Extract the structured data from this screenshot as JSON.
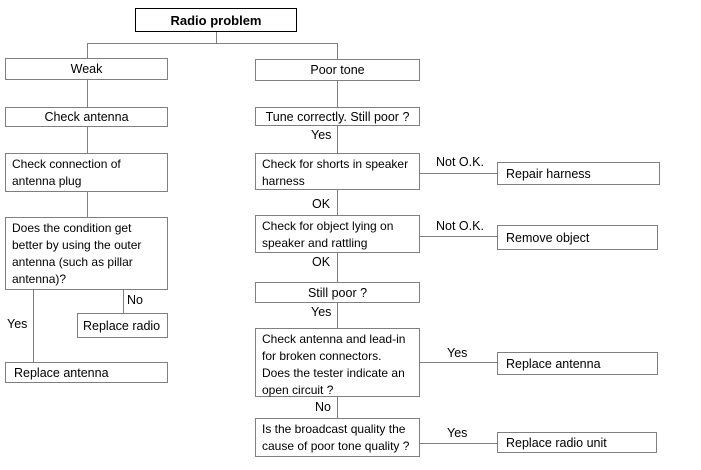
{
  "colors": {
    "background": "#ffffff",
    "line": "#7f7f7f",
    "box_border": "#7f7f7f",
    "title_border": "#000000",
    "text": "#000000"
  },
  "nodes": {
    "title": "Radio problem",
    "weak": "Weak",
    "check_antenna": "Check antenna",
    "check_connection": "Check connection of\nantenna plug",
    "condition_better": "Does the condition get\nbetter by using the outer\nantenna (such as pillar\nantenna)?",
    "replace_radio": "Replace radio",
    "replace_antenna_left": "Replace antenna",
    "poor_tone": "Poor tone",
    "tune_correctly": "Tune correctly. Still poor ?",
    "check_shorts": "Check for shorts in speaker\nharness",
    "repair_harness": "Repair harness",
    "check_object": "Check for object lying on\nspeaker and rattling",
    "remove_object": "Remove object",
    "still_poor": "Still poor ?",
    "check_leadin": "Check antenna and lead-in\nfor broken connectors.\nDoes the tester indicate an\nopen circuit ?",
    "replace_antenna_right": "Replace antenna",
    "broadcast_quality": "Is the broadcast quality the\ncause of poor tone quality ?",
    "replace_radio_unit": "Replace radio unit"
  },
  "edge_labels": {
    "condition_yes": "Yes",
    "condition_no": "No",
    "tune_yes": "Yes",
    "shorts_ok": "OK",
    "shorts_not_ok": "Not O.K.",
    "object_ok": "OK",
    "object_not_ok": "Not O.K.",
    "still_poor_yes": "Yes",
    "leadin_yes": "Yes",
    "leadin_no": "No",
    "broadcast_yes": "Yes"
  }
}
